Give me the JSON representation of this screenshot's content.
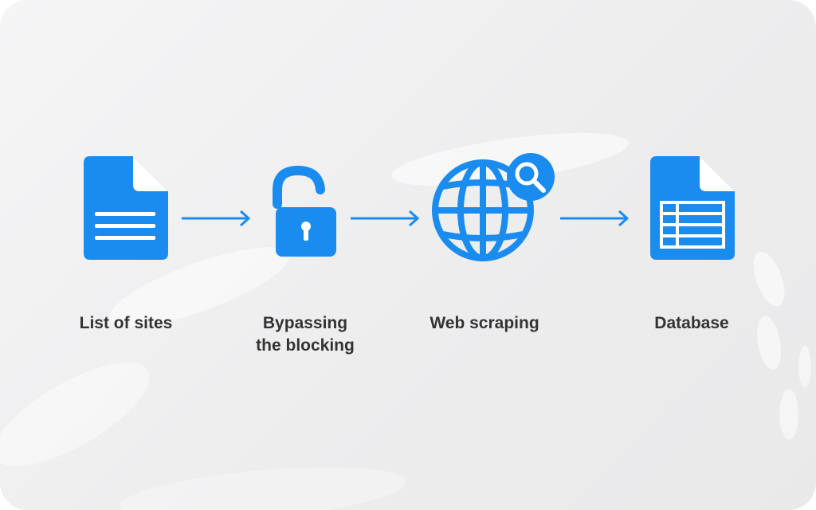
{
  "steps": [
    {
      "label": "List of sites",
      "icon": "document-icon"
    },
    {
      "label_lines": [
        "Bypassing",
        "the blocking"
      ],
      "icon": "open-padlock-icon"
    },
    {
      "label": "Web scraping",
      "icon": "globe-search-icon"
    },
    {
      "label": "Database",
      "icon": "spreadsheet-document-icon"
    }
  ],
  "colors": {
    "accent": "#1a8cf0",
    "text": "#333333",
    "background": "#eeeeef"
  }
}
